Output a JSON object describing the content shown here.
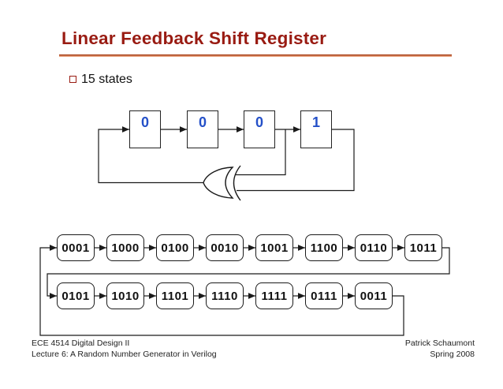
{
  "slide": {
    "title": "Linear Feedback Shift Register",
    "bullet_text": "15 states"
  },
  "register": {
    "bits": [
      "0",
      "0",
      "0",
      "1"
    ]
  },
  "states": {
    "row1": [
      "0001",
      "1000",
      "0100",
      "0010",
      "1001",
      "1100",
      "0110",
      "1011"
    ],
    "row2": [
      "0101",
      "1010",
      "1101",
      "1110",
      "1111",
      "0111",
      "0011"
    ]
  },
  "footer": {
    "left_line1": "ECE 4514 Digital Design II",
    "left_line2": "Lecture 6: A Random Number Generator in Verilog",
    "right_line1": "Patrick Schaumont",
    "right_line2": "Spring 2008"
  },
  "colors": {
    "title": "#991b12",
    "accent_rule_dark": "#a8431c",
    "accent_rule_light": "#e8a07c",
    "bit_value": "#2450c8"
  },
  "icons": {
    "xor_gate": "xor-gate-icon",
    "clock_edge": "clock-triangle-icon",
    "arrowhead": "arrowhead-icon"
  }
}
